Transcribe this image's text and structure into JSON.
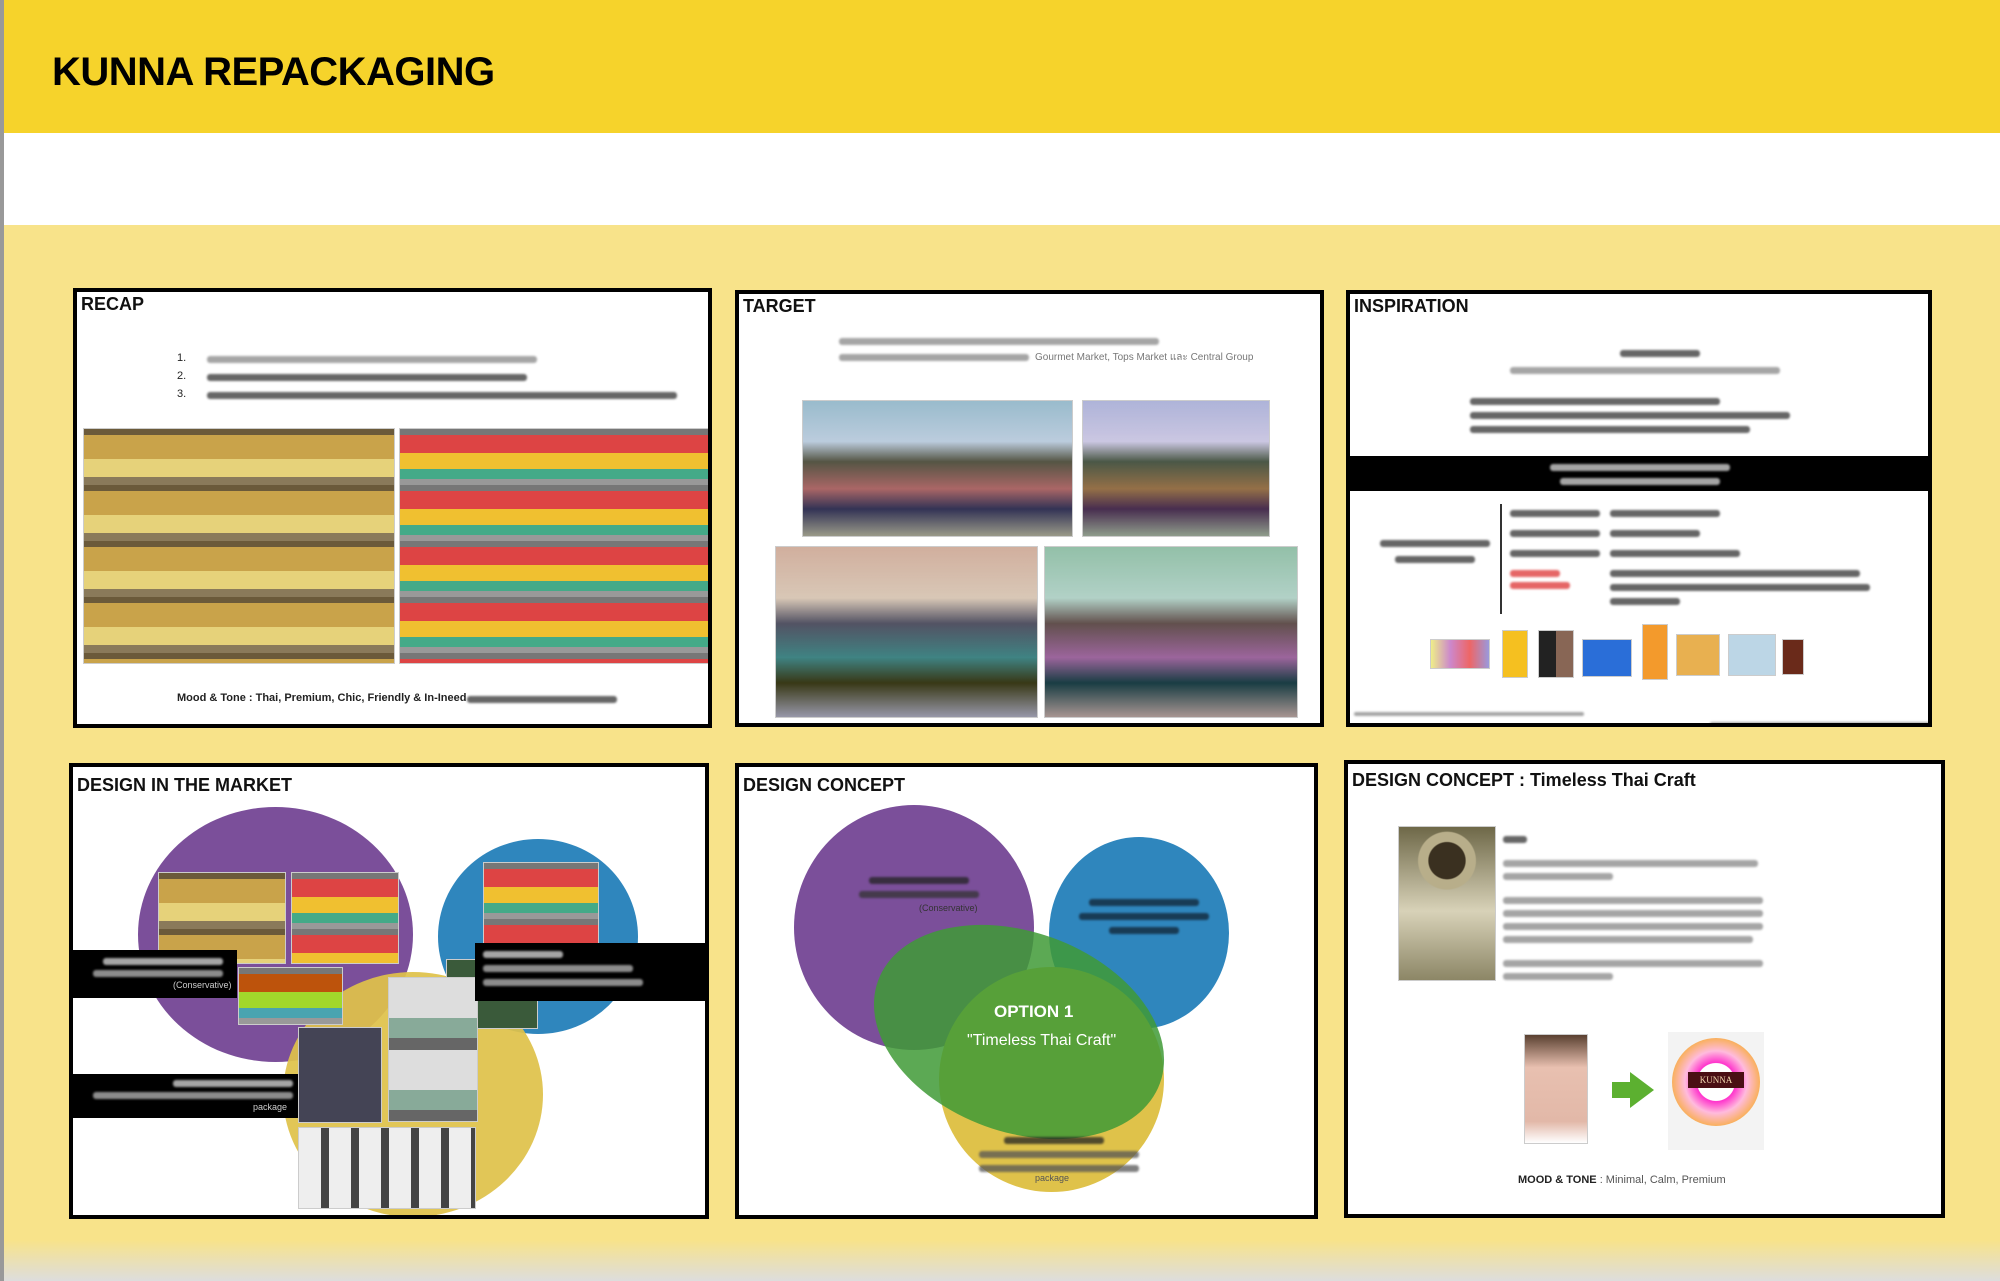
{
  "header": {
    "title": "KUNNA REPACKAGING"
  },
  "panels": {
    "recap": {
      "title": "RECAP",
      "list_numbers": [
        "1.",
        "2.",
        "3."
      ],
      "caption": "Mood & Tone : Thai, Premium, Chic, Friendly & In-Ineed"
    },
    "target": {
      "title": "TARGET",
      "bullet_tail": "Gourmet Market, Tops Market และ Central Group"
    },
    "inspiration": {
      "title": "INSPIRATION"
    },
    "design_in_market": {
      "title": "DESIGN IN THE MARKET",
      "label_1_tail": "(Conservative)",
      "label_2_tail": "package"
    },
    "design_concept": {
      "title": "DESIGN CONCEPT",
      "option": "OPTION 1",
      "option_name": "\"Timeless Thai Craft\"",
      "label_1_tail": "(Conservative)",
      "label_2_tail": "package",
      "colors": {
        "purple": "#7b4f9a",
        "blue": "#2f86bd",
        "yellow": "#dfc24a",
        "green": "#3f9a36"
      }
    },
    "timeless": {
      "title": "DESIGN CONCEPT : Timeless Thai Craft",
      "mood_label": "MOOD & TONE",
      "mood_value": " : Minimal, Calm, Premium",
      "logo_text": "KUNNA"
    }
  }
}
